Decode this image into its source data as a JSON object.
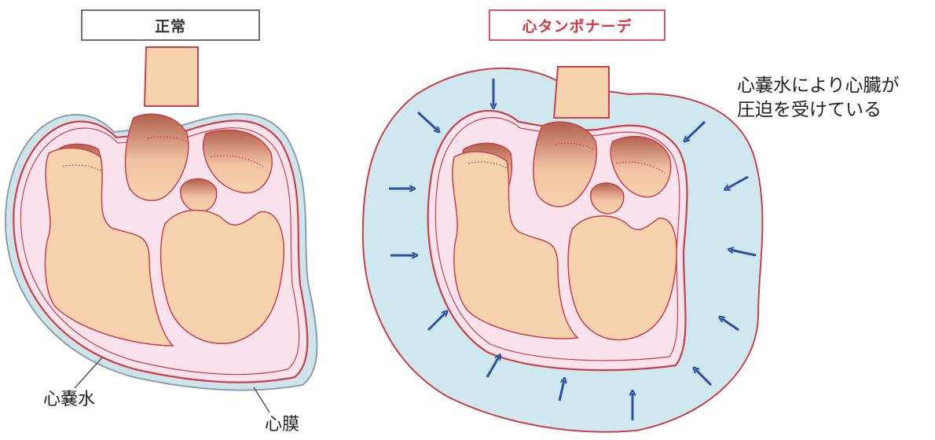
{
  "labels": {
    "normal": "正常",
    "tamponade": "心タンポナーデ",
    "pericardial_fluid": "心嚢水",
    "pericardium": "心膜",
    "compression_note_line1": "心嚢水により心臓が",
    "compression_note_line2": "圧迫を受けている"
  },
  "colors": {
    "myocardium": "#fbe3ee",
    "chamber": "#f7d2ae",
    "outline": "#c9404a",
    "fluid": "#cfe8ef",
    "arrow": "#2f4fa4",
    "pericardium_line": "#8aa0ab"
  },
  "icons": [
    "compression-arrow-icon"
  ]
}
